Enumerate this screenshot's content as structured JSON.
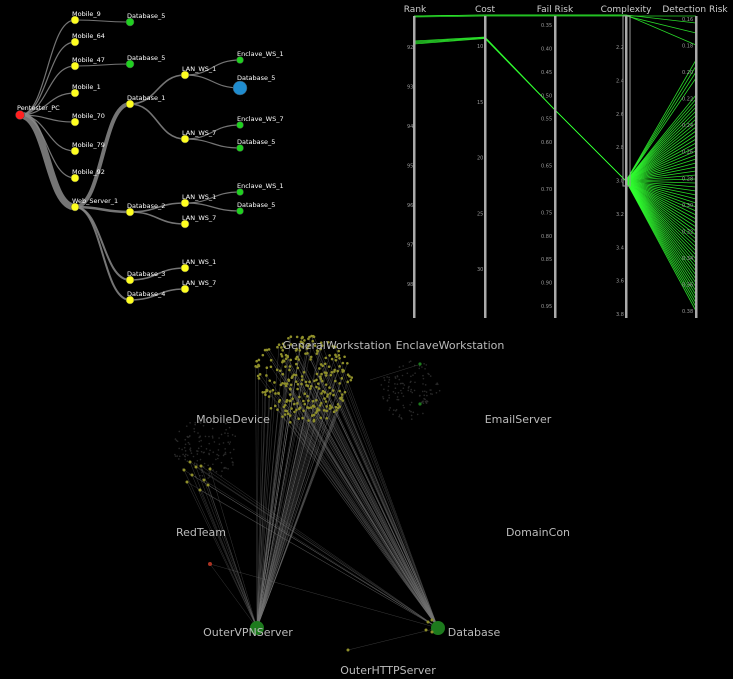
{
  "tree": {
    "root": "Pentester_PC",
    "left_column": [
      "Mobile_9",
      "Mobile_64",
      "Mobile_47",
      "Mobile_1",
      "Mobile_70",
      "Mobile_79",
      "Mobile_92",
      "Web_Server_1"
    ],
    "mobile_targets": [
      "Database_5",
      "Database_5"
    ],
    "databases": [
      "Database_1",
      "Database_2",
      "Database_3",
      "Database_4"
    ],
    "lan_nodes": [
      "LAN_WS_1",
      "LAN_WS_7",
      "LAN_WS_1",
      "LAN_WS_7",
      "LAN_WS_1",
      "LAN_WS_7"
    ],
    "leaf_nodes": [
      "Enclave_WS_1",
      "Database_5",
      "Enclave_WS_7",
      "Database_5",
      "Enclave_WS_1",
      "Database_5"
    ],
    "colors": {
      "root": "#ff2020",
      "intermediate": "#ffff20",
      "target": "#20d020",
      "highlight": "#1f8ccf",
      "link": "#8a8a8a"
    }
  },
  "parallel": {
    "axes": [
      "Rank",
      "Cost",
      "Fail Risk",
      "Complexity",
      "Detection Risk"
    ],
    "ticks": {
      "rank": [
        "92",
        "93",
        "94",
        "95",
        "96",
        "97",
        "98"
      ],
      "cost": [
        "10",
        "15",
        "20",
        "25",
        "30"
      ],
      "fail": [
        "0.35",
        "0.40",
        "0.45",
        "0.50",
        "0.55",
        "0.60",
        "0.65",
        "0.70",
        "0.75",
        "0.80",
        "0.85",
        "0.90",
        "0.95"
      ],
      "complexity": [
        "2.2",
        "2.4",
        "2.6",
        "2.8",
        "3.0",
        "3.2",
        "3.4",
        "3.6",
        "3.8"
      ],
      "detection": [
        "0.16",
        "0.18",
        "0.20",
        "0.22",
        "0.24",
        "0.26",
        "0.28",
        "0.30",
        "0.32",
        "0.34",
        "0.36",
        "0.38"
      ]
    },
    "line_color": "#30ff30"
  },
  "network": {
    "groups": [
      "GeneralWorkstation",
      "EnclaveWorkstation",
      "MobileDevice",
      "EmailServer",
      "RedTeam",
      "DomainCon",
      "OuterVPNServer",
      "Database",
      "OuterHTTPServer"
    ],
    "colors": {
      "label": "#bbbbbb",
      "node": "#8f8f2a",
      "hub": "#1d7a1d",
      "edge": "#777777",
      "red": "#aa3322"
    }
  }
}
